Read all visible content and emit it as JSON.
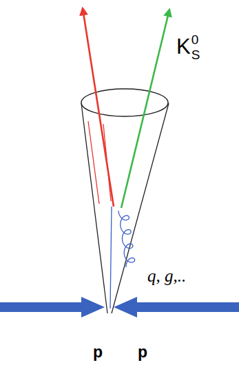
{
  "diagram": {
    "labels": [
      "K",
      "0",
      "S",
      "q, g,..",
      "p",
      "p"
    ]
  }
}
